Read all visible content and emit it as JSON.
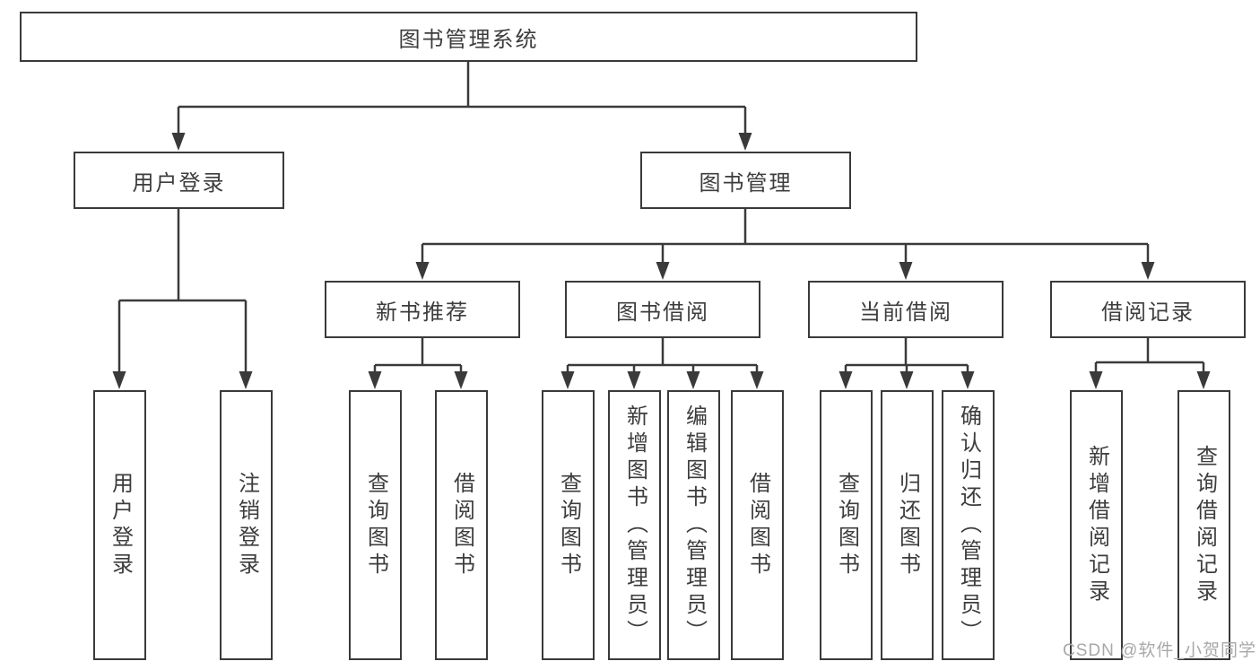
{
  "title": "图书管理系统",
  "branches": {
    "user": {
      "label": "用户登录",
      "children": [
        "用户登录",
        "注销登录"
      ]
    },
    "book": {
      "label": "图书管理",
      "sections": {
        "recommend": {
          "label": "新书推荐",
          "children": [
            "查询图书",
            "借阅图书"
          ]
        },
        "borrow": {
          "label": "图书借阅",
          "children": [
            "查询图书",
            "新增图书（管理员）",
            "编辑图书（管理员）",
            "借阅图书"
          ]
        },
        "current": {
          "label": "当前借阅",
          "children": [
            "查询图书",
            "归还图书",
            "确认归还（管理员）"
          ]
        },
        "records": {
          "label": "借阅记录",
          "children": [
            "新增借阅记录",
            "查询借阅记录"
          ]
        }
      }
    }
  },
  "watermark": "CSDN @软件_小贺同学",
  "colors": {
    "line": "#3a3a3a",
    "text": "#3d3d3d",
    "watermark": "#a8a8a8",
    "background": "#ffffff"
  }
}
